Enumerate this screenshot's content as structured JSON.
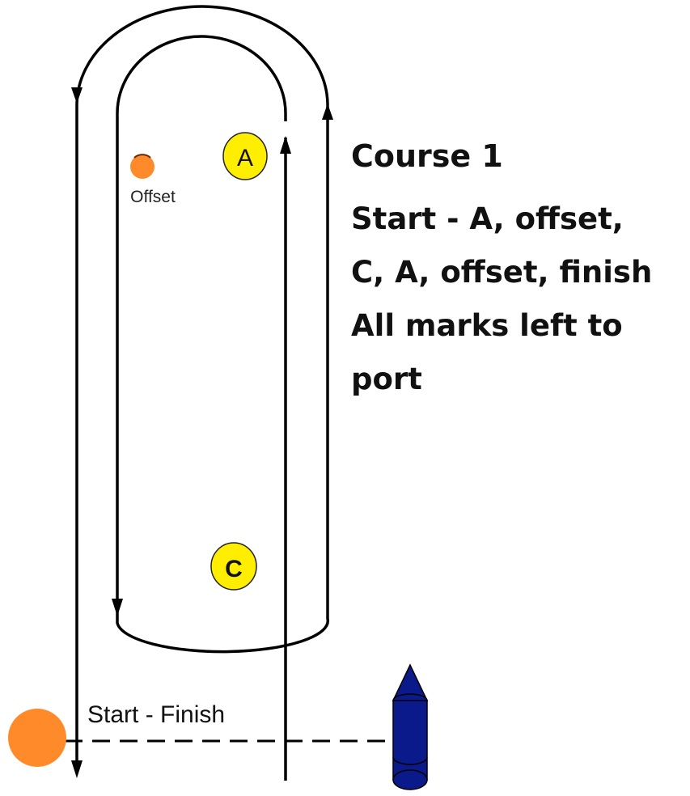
{
  "marks": {
    "a": {
      "label": "A",
      "color": "#ffee00"
    },
    "c": {
      "label": "C",
      "color": "#ffee00"
    },
    "offset": {
      "label": "Offset",
      "color": "#ff8a2a"
    },
    "pin_end": {
      "color": "#ff8a2a"
    },
    "committee_boat": {
      "color": "#0a1a8a"
    }
  },
  "start_finish": {
    "label": "Start - Finish"
  },
  "course": {
    "title": "Course 1",
    "lines": [
      "Start - A, offset,",
      "C, A, offset, finish",
      "All marks left to",
      "port"
    ]
  }
}
